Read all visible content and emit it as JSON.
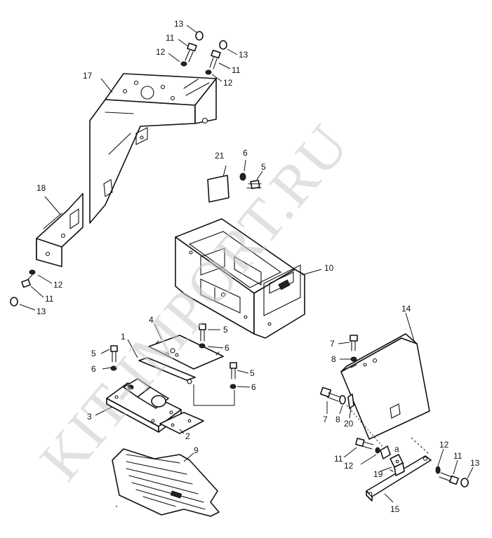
{
  "diagram": {
    "watermark": "KIT-IMPORT.RU",
    "parts": [
      {
        "id": "bracket-17",
        "label": "17"
      },
      {
        "id": "bracket-18",
        "label": "18"
      },
      {
        "id": "frame-10",
        "label": "10"
      },
      {
        "id": "cover-14",
        "label": "14"
      },
      {
        "id": "plate-21",
        "label": "21"
      },
      {
        "id": "plate-4",
        "label": "4"
      },
      {
        "id": "gasket-1",
        "label": "1"
      },
      {
        "id": "base-3",
        "label": "3"
      },
      {
        "id": "plate-2",
        "label": "2"
      },
      {
        "id": "guard-9",
        "label": "9"
      },
      {
        "id": "strip-15",
        "label": "15"
      },
      {
        "id": "bracket-19",
        "label": "19"
      },
      {
        "id": "clip-20",
        "label": "20"
      }
    ],
    "callouts": {
      "c13a": "13",
      "c11a": "11",
      "c12a": "12",
      "c13b": "13",
      "c11b": "11",
      "c12b": "12",
      "c17": "17",
      "c18": "18",
      "c12c": "12",
      "c11c": "11",
      "c13c": "13",
      "c21": "21",
      "c6a": "6",
      "c5a": "5",
      "c10": "10",
      "c4": "4",
      "c1": "1",
      "c5b": "5",
      "c6b": "6",
      "c5c": "5",
      "c6c": "6",
      "c5d": "5",
      "c6d": "6",
      "c3": "3",
      "c2": "2",
      "c9": "9",
      "c14": "14",
      "c7a": "7",
      "c8a": "8",
      "c7b": "7",
      "c8b": "8",
      "c20": "20",
      "c11d": "11",
      "c12d": "12",
      "ca": "a",
      "c19": "19",
      "c12e": "12",
      "c11e": "11",
      "c13d": "13",
      "c15": "15"
    }
  }
}
